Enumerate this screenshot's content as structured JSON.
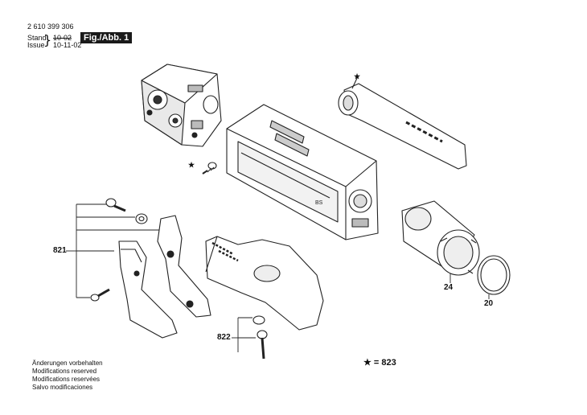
{
  "header": {
    "part_number": "2 610 399 306",
    "stand_label": "Stand",
    "issue_label": "Issue",
    "stand_value": "10-02",
    "issue_value": "10-11-02",
    "figure_label": "Fig./Abb. 1"
  },
  "callouts": {
    "c821": "821",
    "c822": "822",
    "c24": "24",
    "c20": "20",
    "star": "★",
    "legend": "★ = 823"
  },
  "notes": [
    "Änderungen vorbehalten",
    "Modifications reserved",
    "Modifications reservées",
    "Salvo modificaciones"
  ],
  "colors": {
    "line": "#222222",
    "fill": "#ffffff",
    "shade": "#d9d9d9",
    "dark": "#1a1a1a"
  }
}
